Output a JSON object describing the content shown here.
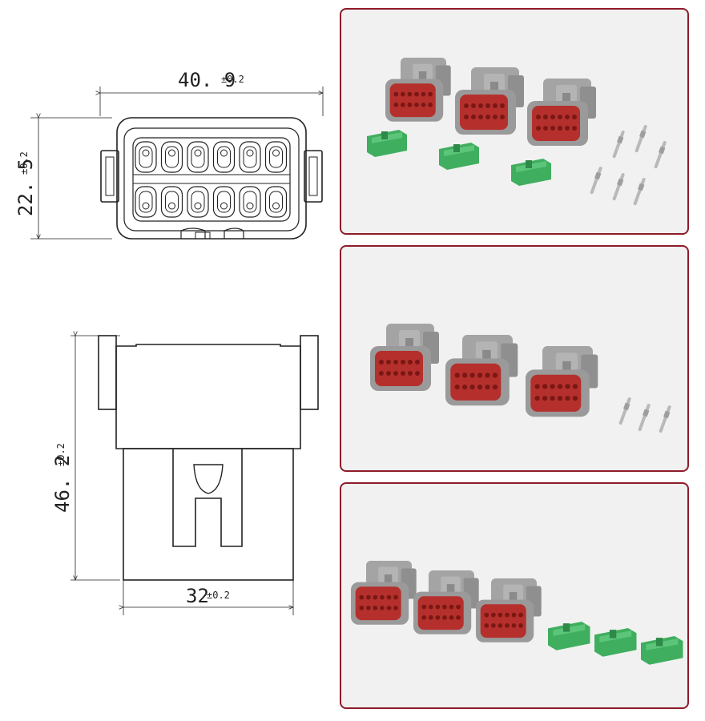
{
  "drawing": {
    "front": {
      "width_main": "40. 9",
      "width_tol": "±0.2",
      "height_main": "22. 5",
      "height_tol": "±0.2",
      "cavity_count": 12
    },
    "side": {
      "height_main": "46. 2",
      "height_tol": "±0.2",
      "width_main": "32",
      "width_tol": "±0.2"
    }
  },
  "colors": {
    "housing": "#9a9a9a",
    "seal": "#b5302c",
    "wedgelock": "#3fae5e",
    "border": "#8e1b2a",
    "pin": "#b9b9b9"
  },
  "photos": [
    {
      "connectors": 3,
      "wedgelocks": 3,
      "pins": 6
    },
    {
      "connectors": 3,
      "wedgelocks": 0,
      "pins": 3
    },
    {
      "connectors": 3,
      "wedgelocks": 3,
      "pins": 0
    }
  ]
}
